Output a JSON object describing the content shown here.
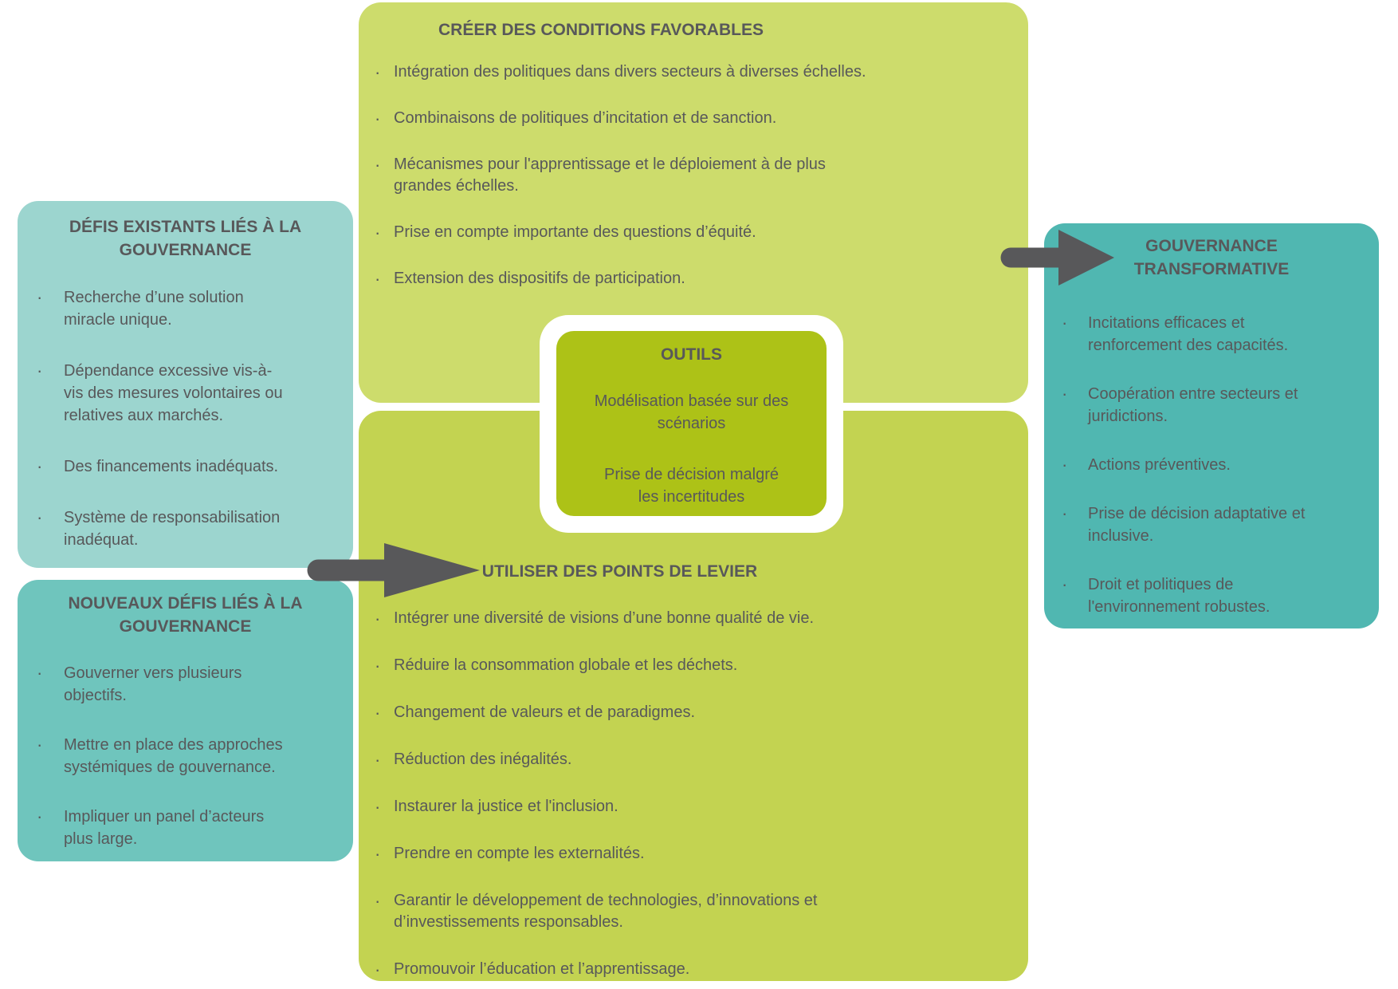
{
  "palette": {
    "text": "#58585a",
    "arrow": "#58585a",
    "enabling_box": "#cddc6c",
    "leverage_box": "#c3d351",
    "tools_box": "#adc217",
    "existing_box": "#9cd5cf",
    "new_box": "#6fc5bd",
    "transformative_box": "#50b7b1"
  },
  "enabling_conditions": {
    "title": "CRÉER DES CONDITIONS FAVORABLES",
    "bullets": [
      "Intégration des politiques dans divers secteurs à diverses échelles.",
      "Combinaisons de politiques d’incitation et de sanction.",
      "Mécanismes pour l'apprentissage et le déploiement à de plus\ngrandes échelles.",
      "Prise en compte importante des questions d’équité.",
      "Extension des dispositifs de participation."
    ]
  },
  "tools": {
    "title": "OUTILS",
    "items": [
      "Modélisation basée sur des\nscénarios",
      "Prise de décision malgré\nles incertitudes"
    ]
  },
  "leverage_points": {
    "title": "UTILISER DES POINTS DE LEVIER",
    "bullets": [
      "Intégrer une diversité de visions d’une bonne qualité de vie.",
      "Réduire la consommation globale et les déchets.",
      "Changement de valeurs et de paradigmes.",
      "Réduction des inégalités.",
      "Instaurer la justice et l'inclusion.",
      "Prendre en compte les externalités.",
      "Garantir le développement de technologies, d’innovations et\nd’investissements responsables.",
      "Promouvoir l’éducation et l’apprentissage."
    ]
  },
  "existing_challenges": {
    "title": "DÉFIS EXISTANTS LIÉS À LA\nGOUVERNANCE",
    "bullets": [
      "Recherche d’une solution\nmiracle unique.",
      "Dépendance excessive vis-à-\nvis des mesures volontaires ou\nrelatives aux marchés.",
      "Des financements inadéquats.",
      "Système de responsabilisation\ninadéquat."
    ]
  },
  "new_challenges": {
    "title": "NOUVEAUX DÉFIS LIÉS À LA\nGOUVERNANCE",
    "bullets": [
      "Gouverner vers plusieurs\nobjectifs.",
      "Mettre en place des approches\nsystémiques de gouvernance.",
      "Impliquer un panel d’acteurs\nplus large."
    ]
  },
  "transformative_governance": {
    "title": "GOUVERNANCE\nTRANSFORMATIVE",
    "bullets": [
      "Incitations efficaces et\nrenforcement des capacités.",
      "Coopération entre secteurs et\njuridictions.",
      "Actions préventives.",
      "Prise de décision adaptative et\ninclusive.",
      "Droit et politiques de\nl'environnement robustes."
    ]
  }
}
